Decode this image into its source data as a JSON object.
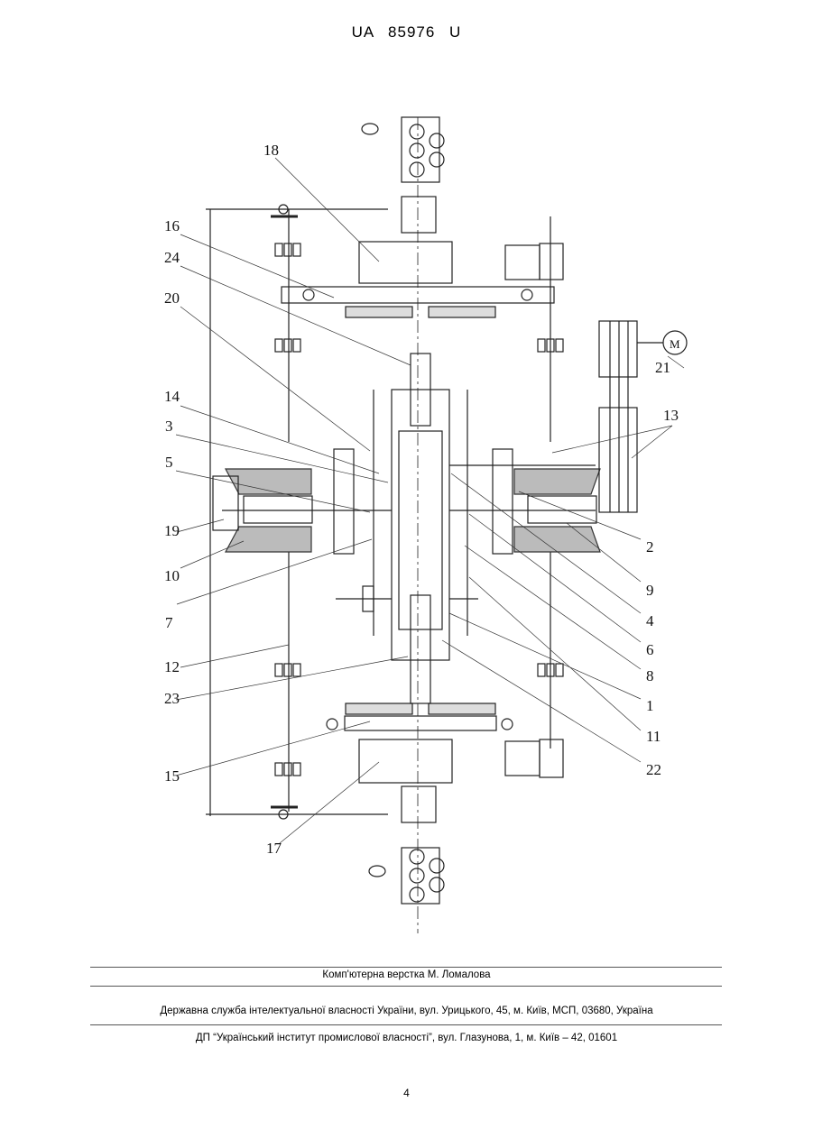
{
  "header": {
    "patent_number": "UA   85976   U"
  },
  "figure": {
    "callouts": [
      "18",
      "16",
      "24",
      "20",
      "14",
      "3",
      "5",
      "19",
      "10",
      "7",
      "12",
      "23",
      "15",
      "17",
      "21",
      "13",
      "2",
      "9",
      "4",
      "6",
      "8",
      "1",
      "11",
      "22"
    ],
    "motor_symbol": "M"
  },
  "footer": {
    "typesetting": "Комп'ютерна верстка М. Ломалова",
    "office": "Державна служба інтелектуальної власності України, вул. Урицького, 45, м. Київ, МСП, 03680, Україна",
    "institute": "ДП “Український інститут промислової власності”, вул. Глазунова, 1, м. Київ – 42, 01601",
    "page_number": "4"
  }
}
